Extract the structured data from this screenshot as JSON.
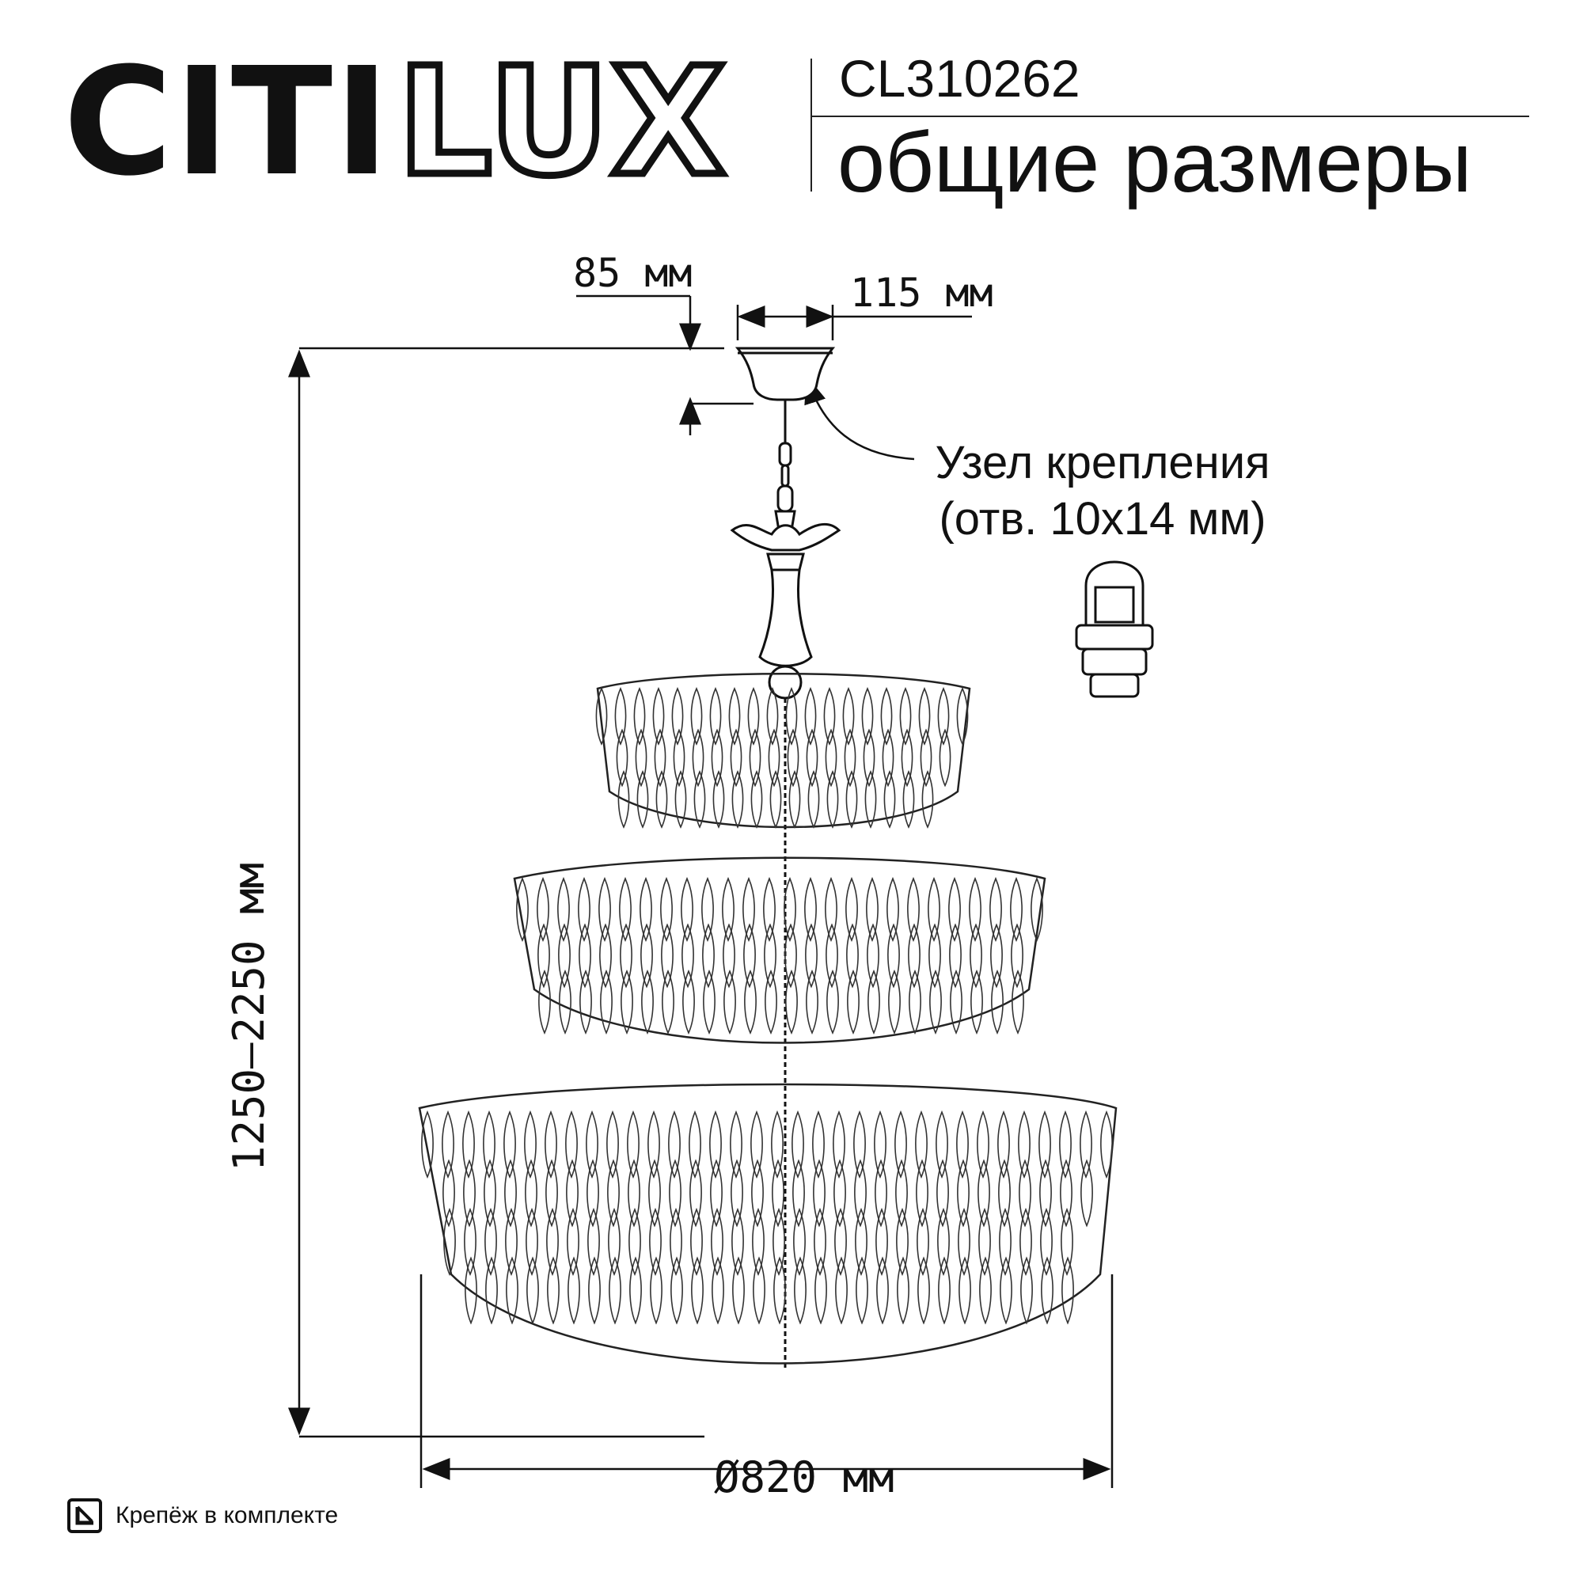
{
  "brand": {
    "logo_part1": "CITI",
    "logo_part2": "LUX"
  },
  "header": {
    "model": "CL310262",
    "subtitle": "общие размеры"
  },
  "dimensions": {
    "canopy_height": "85 мм",
    "canopy_width": "115 мм",
    "total_height": "1250–2250 мм",
    "diameter": "Ø820 мм"
  },
  "callout": {
    "line1": "Узел крепления",
    "line2": "(отв. 10х14 мм)"
  },
  "footer": {
    "icon": "mount-kit-icon",
    "text": "Крепёж в комплекте"
  }
}
